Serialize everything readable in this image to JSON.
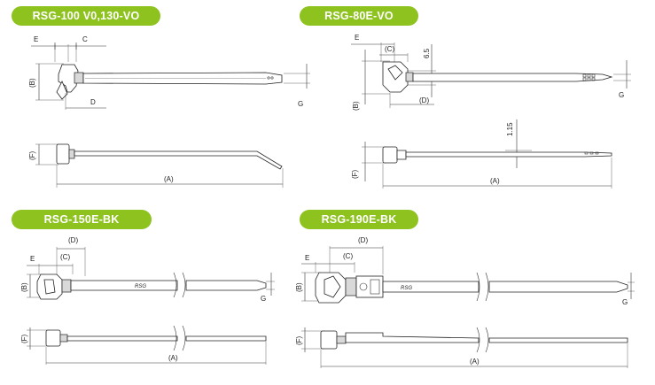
{
  "colors": {
    "header_pill": "#8dc21f",
    "line": "#333333"
  },
  "panels": [
    {
      "title": "RSG-100 V0,130-VO",
      "dims": {
        "E": "E",
        "C": "C",
        "B": "(B)",
        "D": "D",
        "G": "G",
        "F": "(F)",
        "A": "(A)"
      }
    },
    {
      "title": "RSG-80E-VO",
      "dims": {
        "E": "E",
        "C": "(C)",
        "B": "(B)",
        "D": "(D)",
        "G": "G",
        "F": "(F)",
        "A": "(A)",
        "h1": "6.5",
        "h2": "1.15"
      }
    },
    {
      "title": "RSG-150E-BK",
      "dims": {
        "D": "(D)",
        "E": "E",
        "C": "(C)",
        "B": "(B)",
        "G": "G",
        "F": "(F)",
        "A": "(A)"
      }
    },
    {
      "title": "RSG-190E-BK",
      "dims": {
        "D": "(D)",
        "E": "E",
        "C": "(C)",
        "B": "(B)",
        "G": "G",
        "F": "(F)",
        "A": "(A)"
      }
    }
  ]
}
